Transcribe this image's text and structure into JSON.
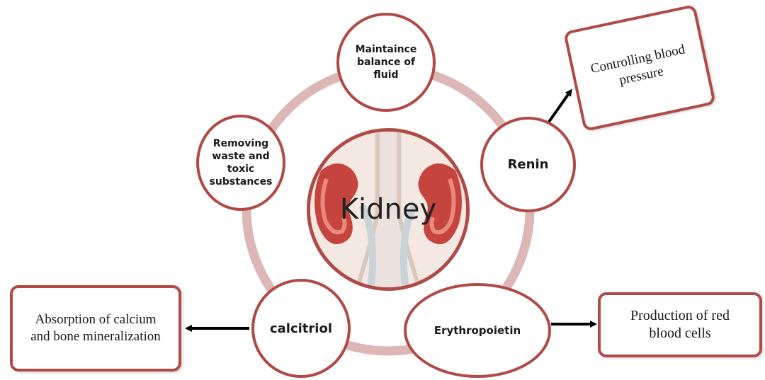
{
  "center": {
    "label": "Kidney"
  },
  "functions": {
    "fluid": "Maintaince balance of fluid",
    "waste": "Removing waste and toxic substances",
    "renin": "Renin",
    "calcitriol": "calcitriol",
    "erythropoietin": "Erythropoietin"
  },
  "outcomes": {
    "blood_pressure": "Controlling blood pressure",
    "calcium": "Absorption of calcium and bone mineralization",
    "red_cells": "Production of red blood cells"
  },
  "colors": {
    "border": "#b04a46",
    "ring": "#dcb7b5",
    "arrow": "#000000"
  }
}
